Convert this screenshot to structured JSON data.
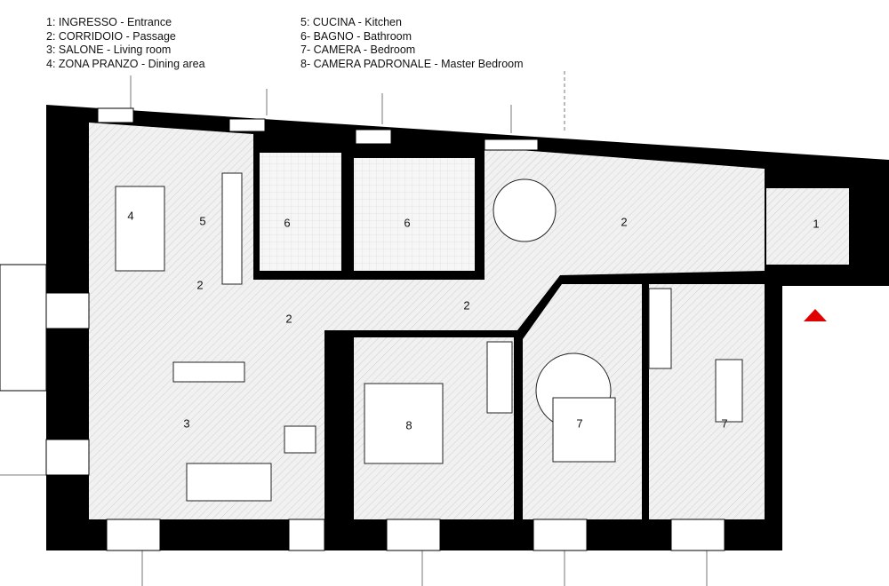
{
  "legend": {
    "left": [
      "1: INGRESSO - Entrance",
      "2: CORRIDOIO - Passage",
      "3: SALONE - Living room",
      "4: ZONA PRANZO - Dining area"
    ],
    "right": [
      "5: CUCINA - Kitchen",
      "6- BAGNO - Bathroom",
      "7- CAMERA - Bedroom",
      "8- CAMERA PADRONALE - Master Bedroom"
    ]
  },
  "rooms": {
    "entrance": "1",
    "passage_main": "2",
    "passage_center": "2",
    "passage_small": "2",
    "passage_living": "2",
    "living": "3",
    "dining": "4",
    "kitchen": "5",
    "bath_left": "6",
    "bath_right": "6",
    "bedroom_a": "7",
    "bedroom_b": "7",
    "master": "8"
  },
  "colors": {
    "wall": "#000000",
    "floor": "#eeeeee",
    "entry_marker": "#e00000"
  }
}
